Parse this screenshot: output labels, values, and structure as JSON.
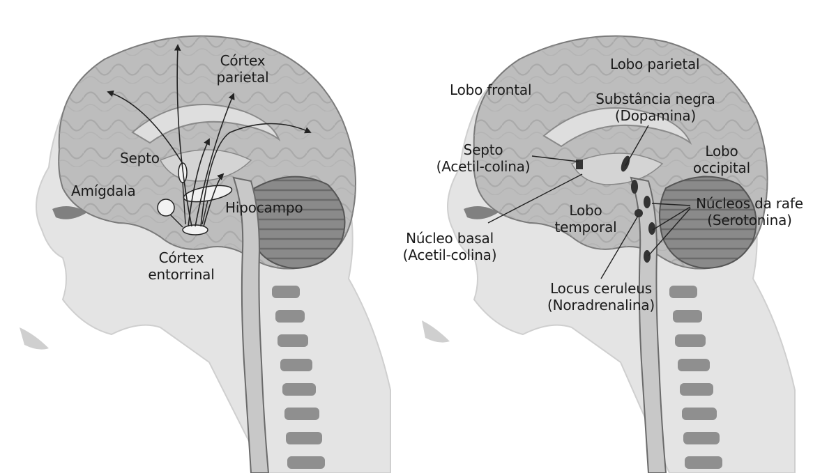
{
  "left_panel": {
    "cortex_parietal": [
      "Córtex",
      "parietal"
    ],
    "septo": "Septo",
    "amigdala": "Amígdala",
    "hipocampo": "Hipocampo",
    "cortex_entorrinal": [
      "Córtex",
      "entorrinal"
    ]
  },
  "right_panel": {
    "lobo_parietal": "Lobo parietal",
    "lobo_frontal": "Lobo frontal",
    "substancia_negra": [
      "Substância negra",
      "(Dopamina)"
    ],
    "septo": [
      "Septo",
      "(Acetil-colina)"
    ],
    "lobo_occipital": [
      "Lobo",
      "occipital"
    ],
    "nucleos_rafe": [
      "Núcleos da rafe",
      "(Serotonina)"
    ],
    "lobo_temporal": [
      "Lobo",
      "temporal"
    ],
    "nucleo_basal": [
      "Núcleo basal",
      "(Acetil-colina)"
    ],
    "locus_ceruleus": [
      "Locus ceruleus",
      "(Noradrenalina)"
    ]
  }
}
